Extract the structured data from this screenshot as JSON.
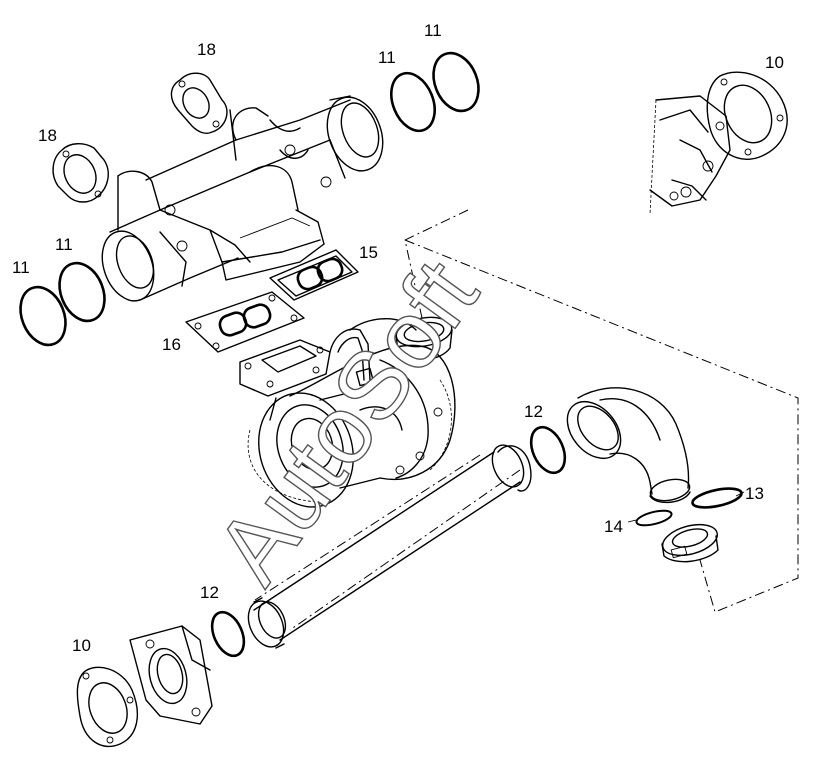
{
  "watermark": "AutoSoft",
  "callouts": [
    {
      "id": "c18a",
      "text": "18"
    },
    {
      "id": "c18b",
      "text": "18"
    },
    {
      "id": "c11a",
      "text": "11"
    },
    {
      "id": "c11b",
      "text": "11"
    },
    {
      "id": "c11c",
      "text": "11"
    },
    {
      "id": "c11d",
      "text": "11"
    },
    {
      "id": "c10a",
      "text": "10"
    },
    {
      "id": "c10b",
      "text": "10"
    },
    {
      "id": "c15",
      "text": "15"
    },
    {
      "id": "c16",
      "text": "16"
    },
    {
      "id": "c12a",
      "text": "12"
    },
    {
      "id": "c12b",
      "text": "12"
    },
    {
      "id": "c13",
      "text": "13"
    },
    {
      "id": "c14",
      "text": "14"
    }
  ]
}
